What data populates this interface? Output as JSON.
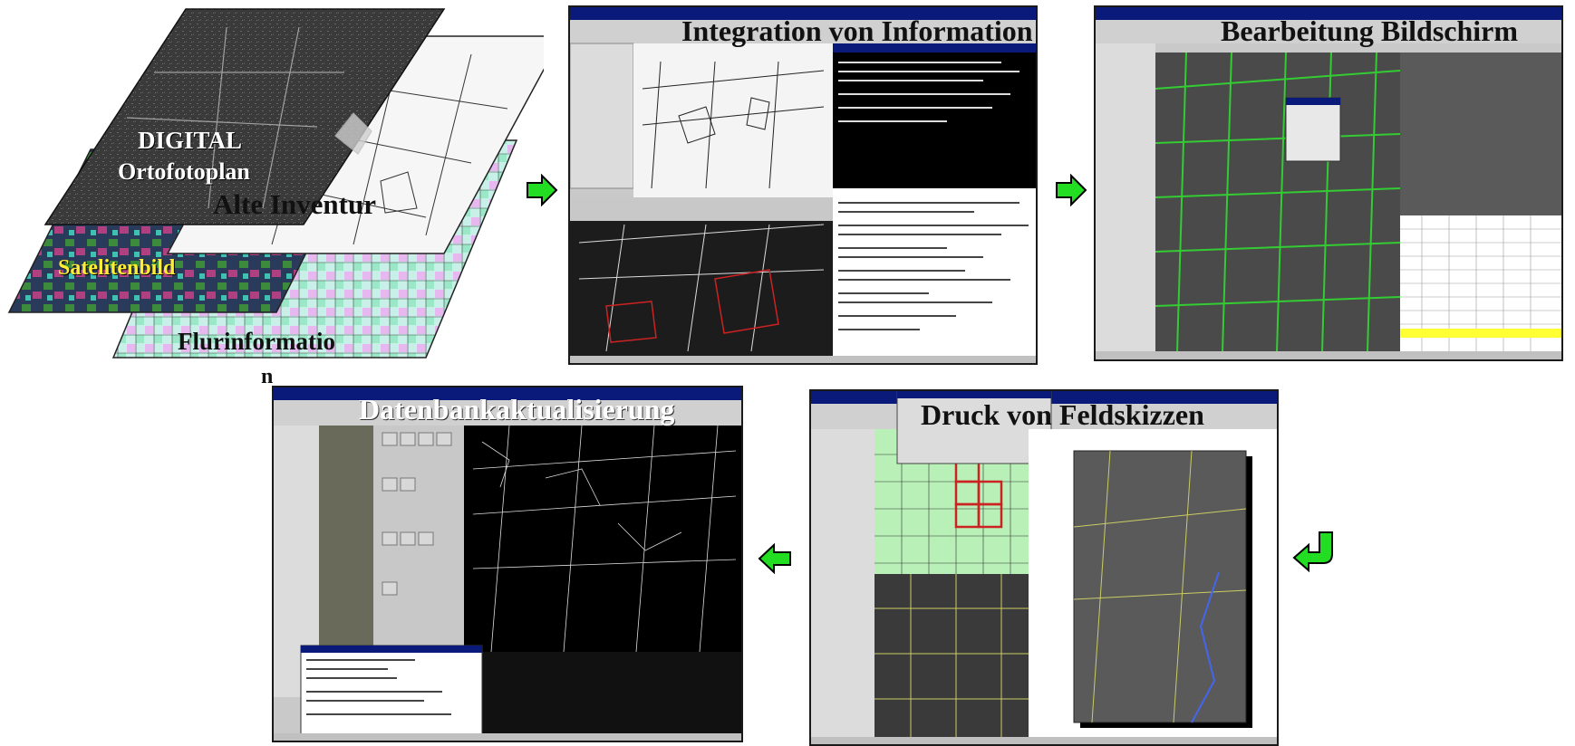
{
  "layers": {
    "orthophoto_line1": "DIGITAL",
    "orthophoto_line2": "Ortofotoplan",
    "old_inventory": "Alte Inventur",
    "satellite": "Satelitenbild",
    "parcel_line1": "Flurinformatio",
    "parcel_line2": "n"
  },
  "steps": {
    "integration": "Integration von Information",
    "editing": "Bearbeitung Bildschirm",
    "print": "Druck von Feldskizzen",
    "database": "Datenbankaktualisierung"
  },
  "colors": {
    "arrow_fill": "#22dd22",
    "arrow_stroke": "#000000",
    "satellite_label": "#ffee33",
    "vector_green": "#33cc33",
    "parcel_red": "#cc2222"
  }
}
